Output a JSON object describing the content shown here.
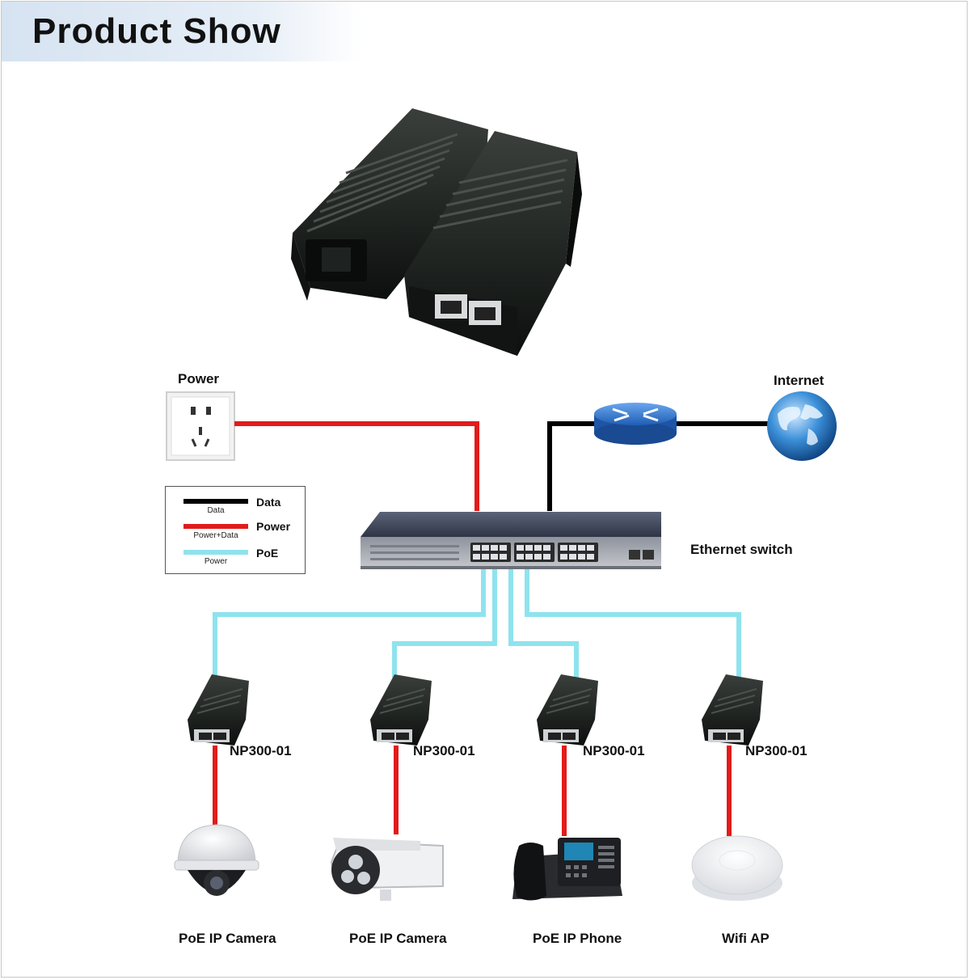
{
  "header": {
    "title": "Product Show"
  },
  "labels": {
    "power": "Power",
    "internet": "Internet",
    "ethernet_switch": "Ethernet switch"
  },
  "legend": {
    "items": [
      {
        "name": "Data",
        "sub": "Data",
        "color": "#000000"
      },
      {
        "name": "Power",
        "sub": "Power+Data",
        "color": "#e21b1b"
      },
      {
        "name": "PoE",
        "sub": "Power",
        "color": "#8ee3ee"
      }
    ]
  },
  "injectors": [
    {
      "model": "NP300-01"
    },
    {
      "model": "NP300-01"
    },
    {
      "model": "NP300-01"
    },
    {
      "model": "NP300-01"
    }
  ],
  "devices": [
    {
      "name": "PoE IP Camera"
    },
    {
      "name": "PoE IP Camera"
    },
    {
      "name": "PoE IP Phone"
    },
    {
      "name": "Wifi AP"
    }
  ],
  "colors": {
    "data": "#000000",
    "power": "#e21b1b",
    "poe": "#8ee3ee",
    "router": "#3a7bd5"
  },
  "icons": [
    "poe-injector-product-icon",
    "wall-socket-icon",
    "router-icon",
    "globe-icon",
    "ethernet-switch-icon",
    "poe-injector-icon",
    "dome-camera-icon",
    "bullet-camera-icon",
    "ip-phone-icon",
    "wifi-ap-icon"
  ]
}
